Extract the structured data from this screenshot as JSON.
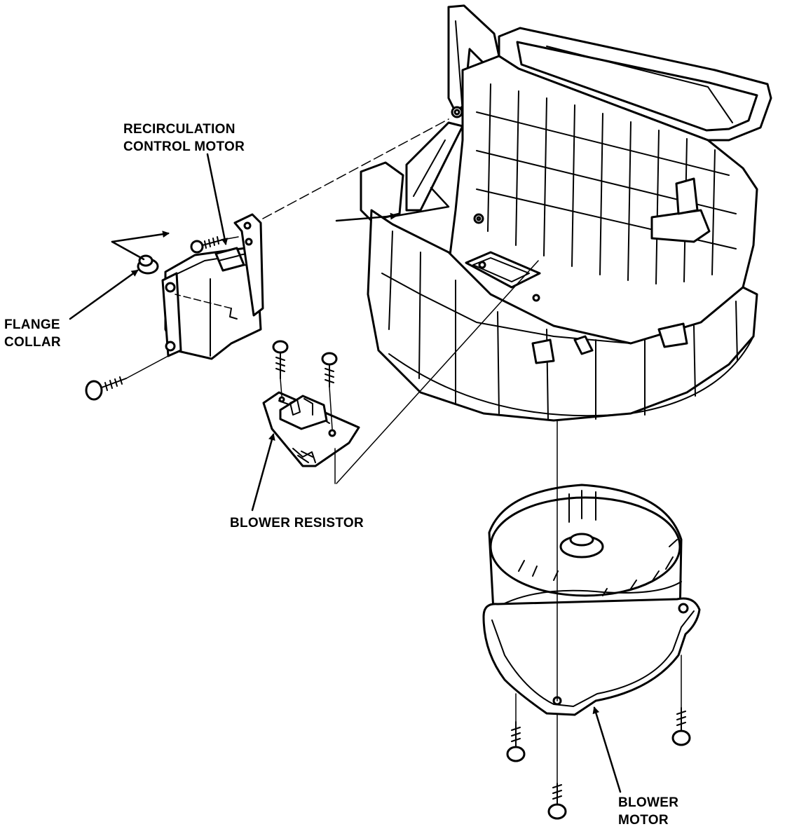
{
  "labels": {
    "recirculation_motor": {
      "line1": "RECIRCULATION",
      "line2": "CONTROL MOTOR"
    },
    "flange_collar": {
      "line1": "FLANGE",
      "line2": "COLLAR"
    },
    "blower_resistor": {
      "text": "BLOWER RESISTOR"
    },
    "blower_motor": {
      "line1": "BLOWER",
      "line2": "MOTOR"
    }
  },
  "colors": {
    "ink": "#000000",
    "paper": "#ffffff"
  }
}
